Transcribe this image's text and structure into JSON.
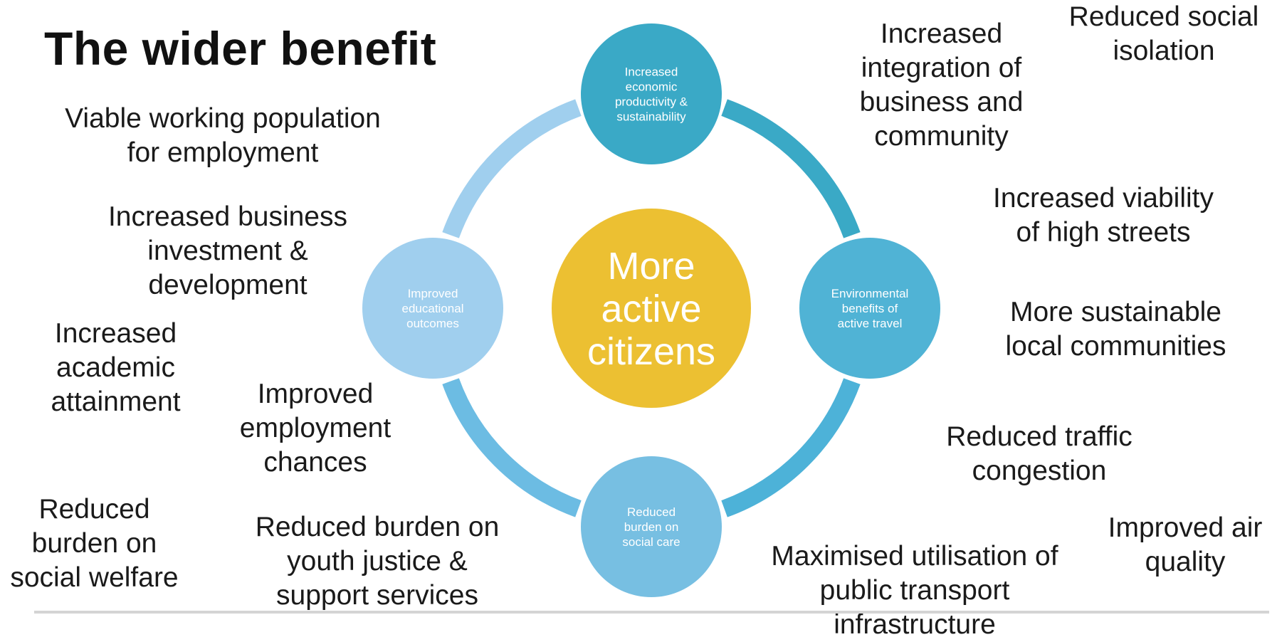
{
  "title": "The wider benefit",
  "center": {
    "label": "More\nactive\ncitizens",
    "color": "#ECC032"
  },
  "nodes": [
    {
      "id": "top",
      "label": "Increased\neconomic\nproductivity &\nsustainability",
      "color": "#3AA9C6"
    },
    {
      "id": "right",
      "label": "Environmental\nbenefits of\nactive travel",
      "color": "#50B3D5"
    },
    {
      "id": "bottom",
      "label": "Reduced\nburden on\nsocial care",
      "color": "#77BFE2"
    },
    {
      "id": "left",
      "label": "Improved\neducational\noutcomes",
      "color": "#A0CFEE"
    }
  ],
  "ring_colors": {
    "top_right": "#3AA9C6",
    "right_bottom": "#4DB2D8",
    "bottom_left": "#6CBCE3",
    "left_top": "#A0CFEE"
  },
  "benefits": {
    "viable_working": "Viable working population\nfor employment",
    "business_investment": "Increased business\ninvestment &\ndevelopment",
    "academic": "Increased\nacademic\nattainment",
    "employment_chances": "Improved\nemployment\nchances",
    "social_welfare": "Reduced\nburden on\nsocial welfare",
    "youth_justice": "Reduced burden on\nyouth justice &\nsupport services",
    "integration": "Increased\nintegration of\nbusiness and\ncommunity",
    "social_isolation": "Reduced social\nisolation",
    "high_streets": "Increased viability\nof high streets",
    "sustainable_communities": "More sustainable\nlocal communities",
    "traffic": "Reduced traffic\ncongestion",
    "air_quality": "Improved air\nquality",
    "public_transport": "Maximised utilisation of\npublic transport\ninfrastructure"
  }
}
